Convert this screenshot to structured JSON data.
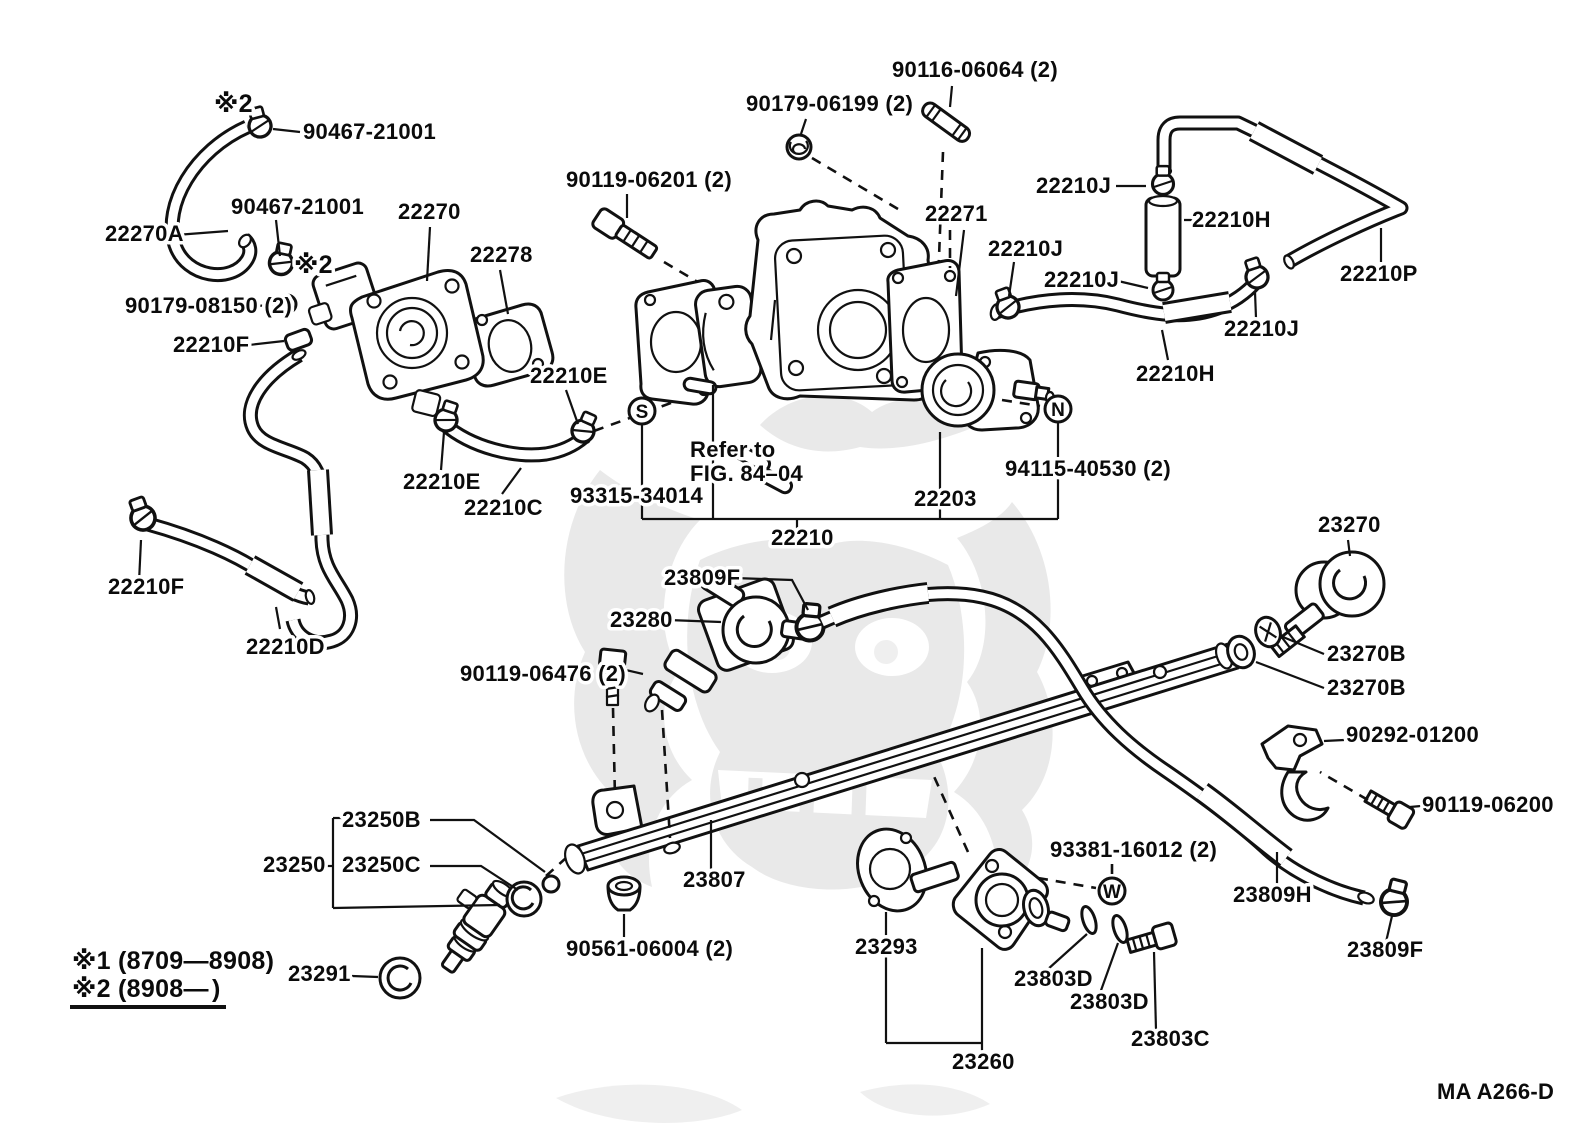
{
  "diagram": {
    "title": "Fuel injection parts diagram",
    "colors": {
      "ink": "#111111",
      "background": "#ffffff",
      "watermark": "#e9e9e9"
    },
    "footer": "MA A266-D",
    "note": {
      "l1": "Refer to",
      "l2": "FIG. 84–04"
    },
    "legend": {
      "l1": "※1 (8709—8908)",
      "l2a": "※2 (8908—",
      "l2b": ")"
    },
    "symbols": {
      "s": "S",
      "n": "N",
      "w": "W"
    },
    "marks": {
      "star2": "※2"
    },
    "parts": {
      "n90467": "90467-21001",
      "n22270A": "22270A",
      "n90179_08150": "90179-08150 (2)",
      "n22210F": "22210F",
      "n22270": "22270",
      "n22278": "22278",
      "n90119_06201": "90119-06201 (2)",
      "n90179_06199": "90179-06199 (2)",
      "n90116_06064": "90116-06064 (2)",
      "n22271": "22271",
      "n22210J": "22210J",
      "n22210H": "22210H",
      "n22210P": "22210P",
      "n22210E": "22210E",
      "n22210C": "22210C",
      "n22210D": "22210D",
      "n93315_34014": "93315-34014",
      "n22210": "22210",
      "n22203": "22203",
      "n94115_40530": "94115-40530 (2)",
      "n23270": "23270",
      "n23270B": "23270B",
      "n90292_01200": "90292-01200",
      "n90119_06200": "90119-06200",
      "n23809F": "23809F",
      "n23280": "23280",
      "n90119_06476": "90119-06476 (2)",
      "n23250B": "23250B",
      "n23250": "23250",
      "n23250C": "23250C",
      "n23291": "23291",
      "n23807": "23807",
      "n90561_06004": "90561-06004 (2)",
      "n23293": "23293",
      "n23260": "23260",
      "n93381_16012": "93381-16012 (2)",
      "n23803D": "23803D",
      "n23803C": "23803C",
      "n23809H": "23809H"
    }
  }
}
